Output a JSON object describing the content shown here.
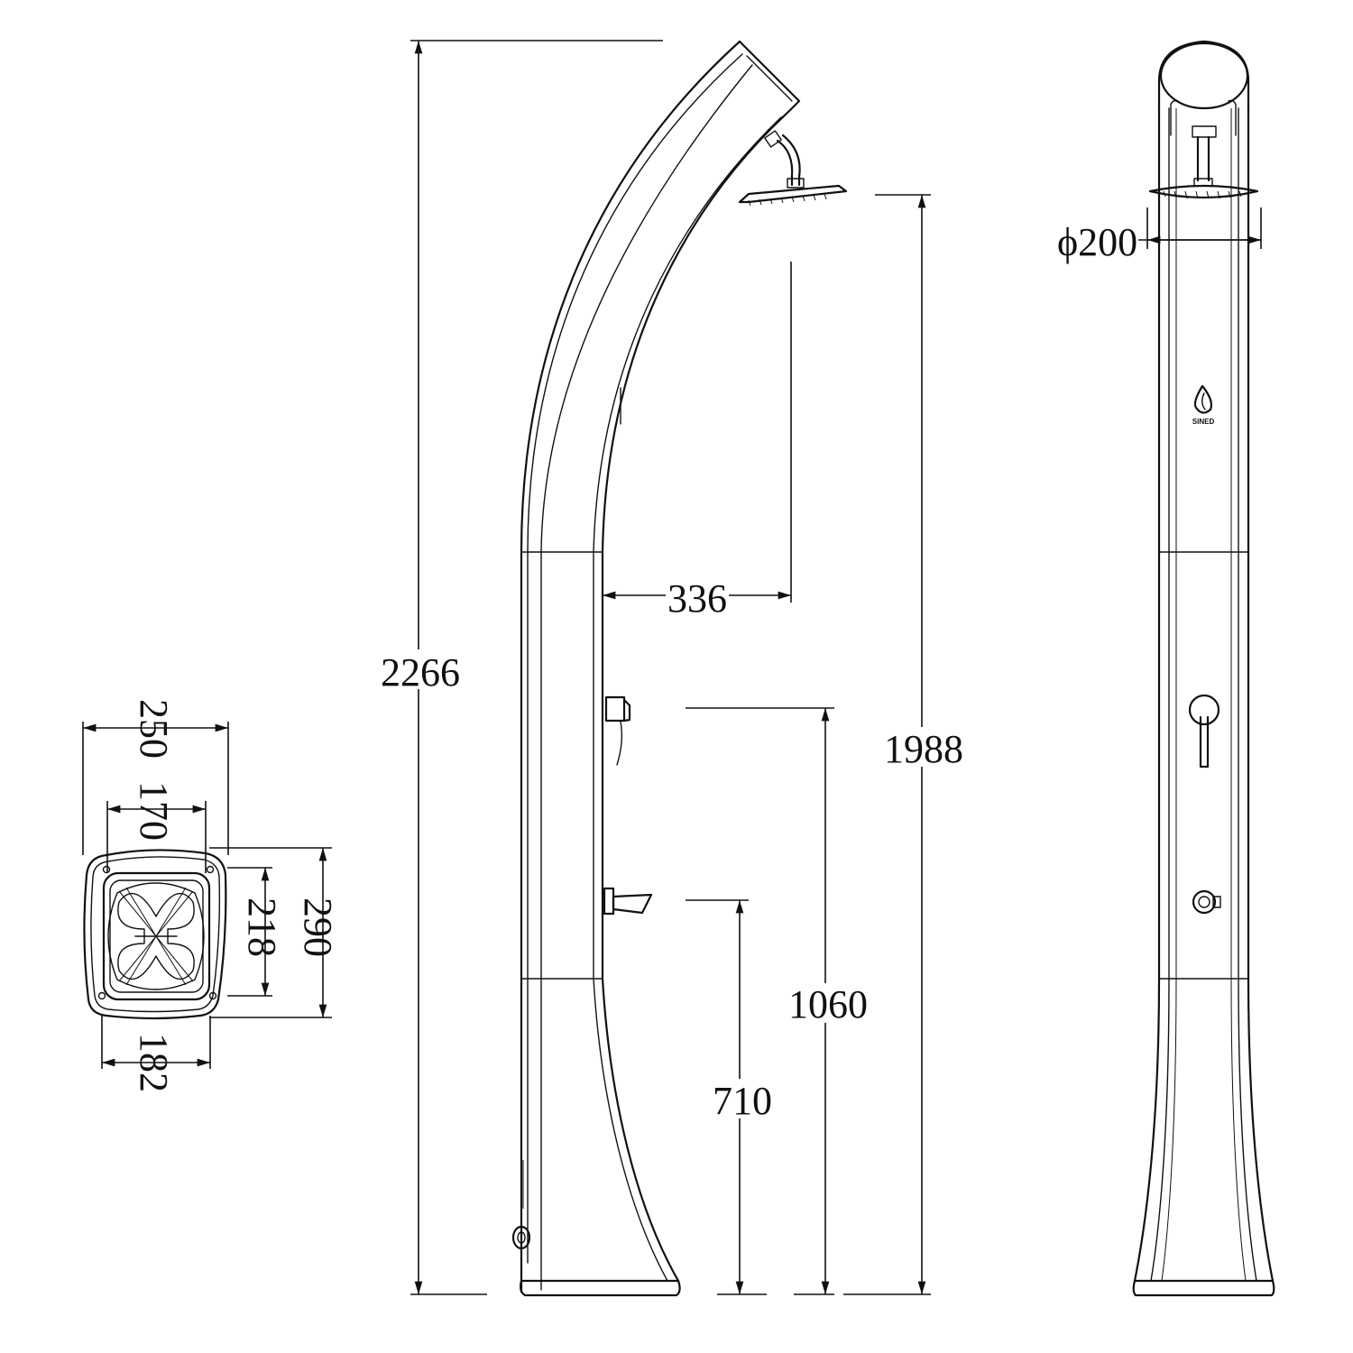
{
  "dimensions": {
    "total_height": "2266",
    "head_height": "1988",
    "reach": "336",
    "mixer_height": "1060",
    "tap_height": "710",
    "head_diameter": "ϕ200",
    "base_outer_width": "250",
    "base_inner_width": "170",
    "base_bottom_width": "182",
    "base_outer_depth": "290",
    "base_inner_depth": "218"
  },
  "logo": {
    "label": "SINED"
  },
  "colors": {
    "line": "#111111",
    "background": "#ffffff"
  }
}
